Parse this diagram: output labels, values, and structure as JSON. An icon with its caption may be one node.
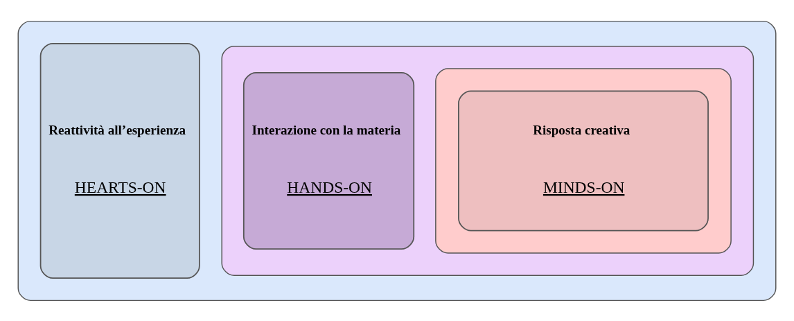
{
  "diagram": {
    "nodes": [
      {
        "text": [],
        "shape": "box"
      },
      {
        "text": [
          "Reattività all’esperienza",
          "HEARTS-ON"
        ],
        "in": 0
      },
      {
        "text": [],
        "shape": "box",
        "in": 0
      },
      {
        "text": [
          "Interazione con la materia",
          "HANDS-ON"
        ],
        "in": 2
      },
      {
        "text": [],
        "shape": "box",
        "in": 2
      },
      {
        "text": [
          "Risposta creativa",
          "MINDS-ON"
        ],
        "in": 4
      }
    ]
  }
}
